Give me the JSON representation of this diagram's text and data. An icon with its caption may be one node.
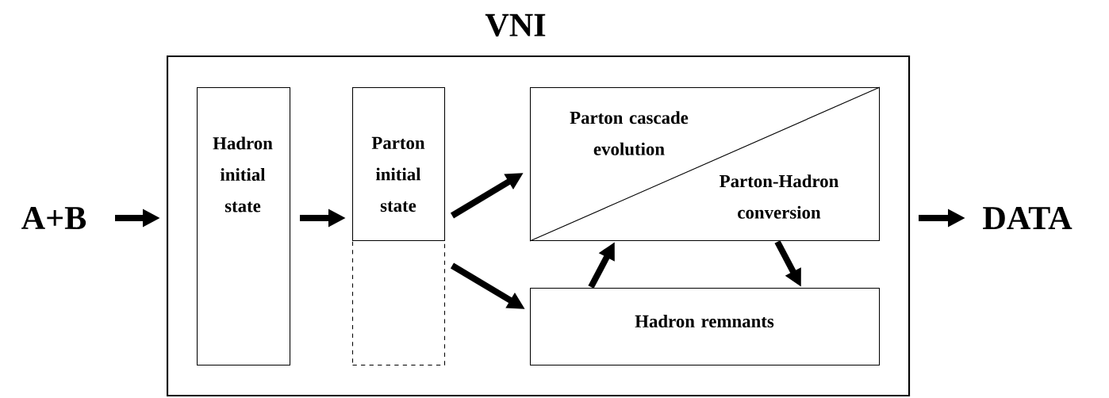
{
  "diagram": {
    "nodes": [
      {
        "text": [
          "VNI"
        ]
      },
      {
        "text": [
          "A+B"
        ]
      },
      {
        "text": [
          "Hadron initial state"
        ],
        "in": 0
      },
      {
        "text": [
          "Parton initial state"
        ],
        "in": 0
      },
      {
        "text": [],
        "shape": "box",
        "in": 0
      },
      {
        "text": [
          "Parton cascade evolution",
          "Parton-Hadron conversion"
        ],
        "in": 0
      },
      {
        "text": [
          "Hadron remnants"
        ],
        "in": 0
      },
      {
        "text": [
          "DATA"
        ]
      }
    ],
    "edges": [
      {
        "from": 1,
        "to": 0,
        "arrow": "to"
      },
      {
        "from": 2,
        "to": 3,
        "arrow": "to"
      },
      {
        "from": 3,
        "to": 5,
        "arrow": "to"
      },
      {
        "from": 4,
        "to": 6,
        "arrow": "to"
      },
      {
        "from": 6,
        "to": 5,
        "arrow": "to"
      },
      {
        "from": 5,
        "to": 6,
        "arrow": "to"
      },
      {
        "from": 0,
        "to": 7,
        "arrow": "to"
      }
    ]
  }
}
